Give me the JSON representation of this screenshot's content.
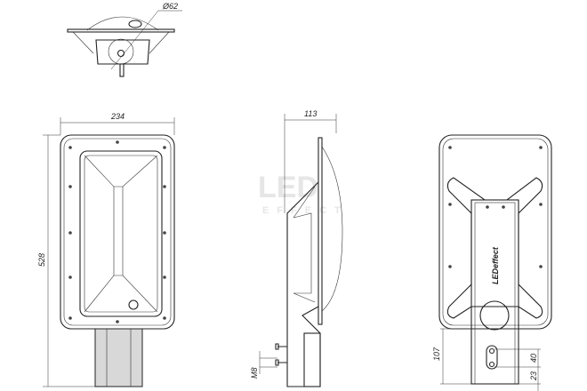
{
  "drawing": {
    "top_view": {
      "diameter_label": "Ø62"
    },
    "front_view": {
      "width_label": "234",
      "height_label": "528"
    },
    "side_view": {
      "depth_label": "113",
      "thread_label": "M8"
    },
    "back_view": {
      "bracket_label": "107",
      "hole_spacing_label": "40",
      "hole_offset_label": "23",
      "logo_text": "LEDeffect"
    },
    "watermark": {
      "line1": "LED",
      "line2": "EFFECT"
    }
  }
}
